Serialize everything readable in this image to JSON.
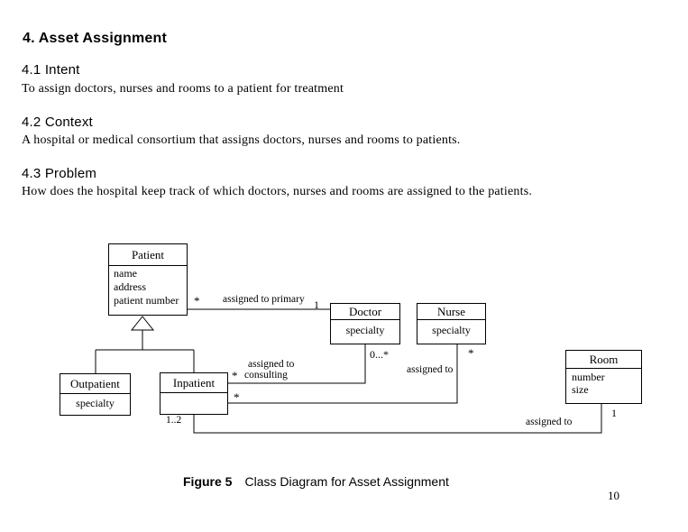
{
  "page": {
    "title": "4. Asset Assignment",
    "page_number": "10"
  },
  "sections": [
    {
      "heading": "4.1 Intent",
      "body": "To assign doctors, nurses and rooms to a patient for treatment"
    },
    {
      "heading": "4.2 Context",
      "body": "A hospital or medical consortium that assigns doctors, nurses and rooms to patients."
    },
    {
      "heading": "4.3 Problem",
      "body": "How does the hospital keep track of which doctors, nurses and rooms are assigned to the patients."
    }
  ],
  "diagram": {
    "classes": [
      {
        "name": "Patient",
        "attributes": [
          "name",
          "address",
          "patient number"
        ]
      },
      {
        "name": "Doctor",
        "attributes": [
          "specialty"
        ]
      },
      {
        "name": "Nurse",
        "attributes": [
          "specialty"
        ]
      },
      {
        "name": "Room",
        "attributes": [
          "number",
          "size"
        ]
      },
      {
        "name": "Outpatient",
        "attributes": [
          "specialty"
        ]
      },
      {
        "name": "Inpatient",
        "attributes": []
      }
    ],
    "assoc": {
      "patient_doctor": {
        "label": "assigned to primary",
        "mult_patient": "*",
        "mult_doctor": "1"
      },
      "doctor_inpatient": {
        "label_line1": "assigned to",
        "label_line2": "consulting",
        "mult_doctor": "0...*",
        "mult_inpatient": "*"
      },
      "nurse_inpatient": {
        "label": "assigned to",
        "mult_nurse": "*",
        "mult_inpatient": "*"
      },
      "room_inpatient": {
        "label": "assigned to",
        "mult_room": "1",
        "mult_inpatient": "1..2"
      }
    },
    "line_color": "#000000"
  },
  "caption": {
    "prefix": "Figure 5",
    "text": "Class Diagram for Asset Assignment"
  }
}
